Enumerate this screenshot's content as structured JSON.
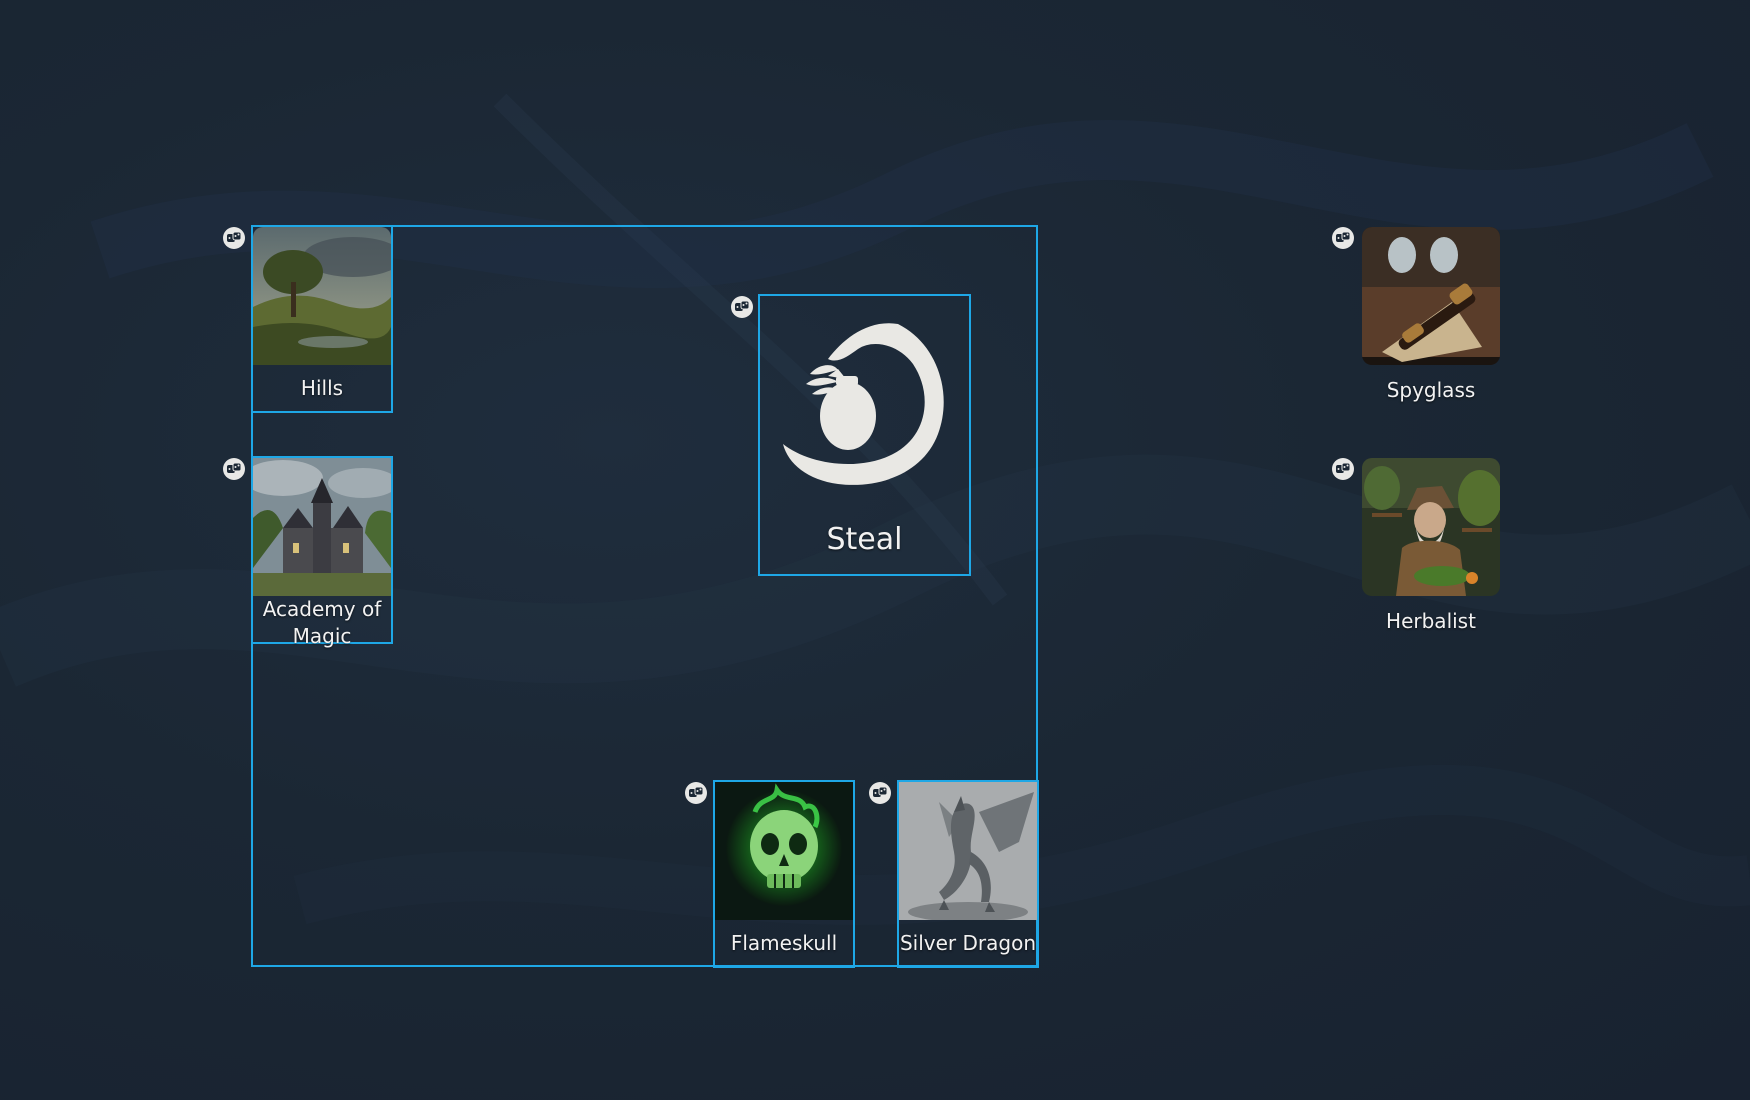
{
  "cards": {
    "hills": {
      "name": "Hills",
      "icon": "hills-landscape-art"
    },
    "academy": {
      "name": "Academy of Magic",
      "icon": "castle-art"
    },
    "steal": {
      "name": "Steal",
      "icon": "steal-hand-bag-icon"
    },
    "flameskull": {
      "name": "Flameskull",
      "icon": "green-skull-art"
    },
    "silver_dragon": {
      "name": "Silver Dragon",
      "icon": "dragon-art"
    },
    "spyglass": {
      "name": "Spyglass",
      "icon": "spyglass-art"
    },
    "herbalist": {
      "name": "Herbalist",
      "icon": "herbalist-art"
    }
  },
  "colors": {
    "accent": "#1ea7e6",
    "background": "#1b2734",
    "badge": "#e8e8e6"
  }
}
